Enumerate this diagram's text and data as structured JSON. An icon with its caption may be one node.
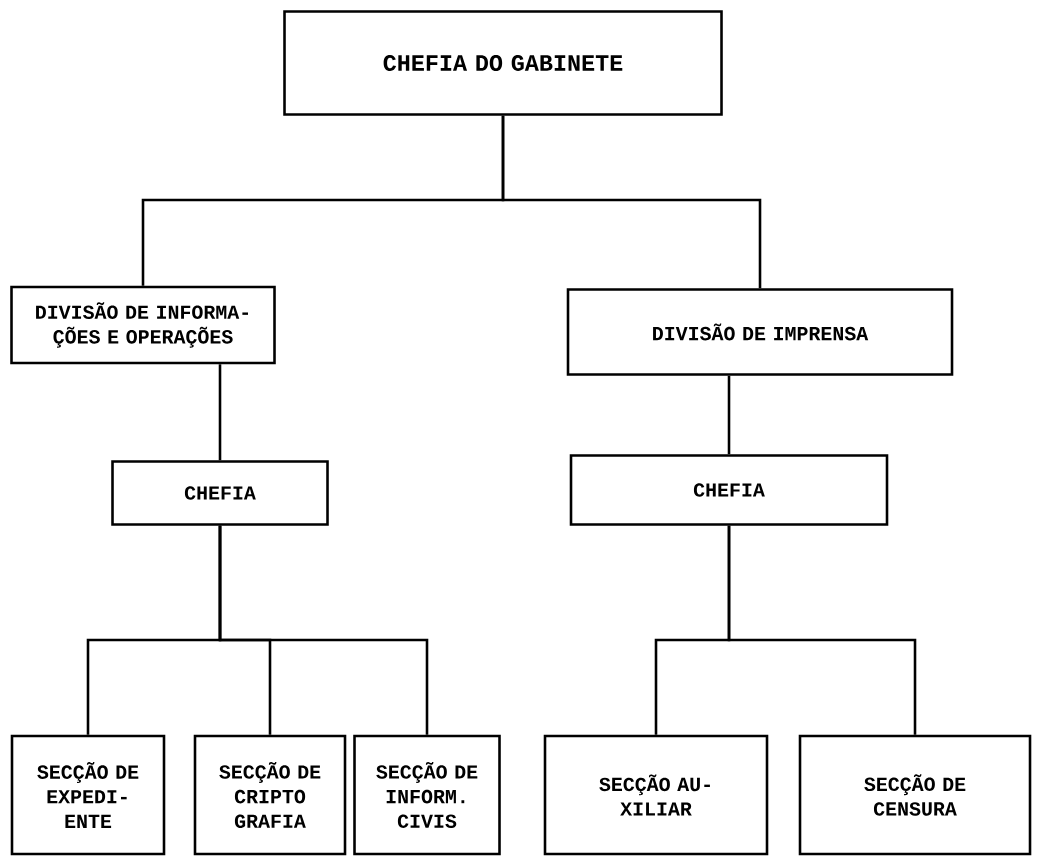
{
  "diagram": {
    "nodes": [
      {
        "text": [
          "CHEFIA DO GABINETE"
        ]
      },
      {
        "text": [
          "DIVISÃO DE INFORMA- ÇÕES E OPERAÇÕES"
        ]
      },
      {
        "text": [
          "DIVISÃO DE IMPRENSA"
        ]
      },
      {
        "text": [
          "CHEFIA"
        ]
      },
      {
        "text": [
          "CHEFIA"
        ]
      },
      {
        "text": [
          "SECÇÃO DE EXPEDI- ENTE"
        ]
      },
      {
        "text": [
          "SECÇÃO DE CRIPTO GRAFIA"
        ]
      },
      {
        "text": [
          "SECÇÃO DE INFORM. CIVIS"
        ]
      },
      {
        "text": [
          "SECÇÃO AU- XILIAR"
        ]
      },
      {
        "text": [
          "SECÇÃO DE CENSURA"
        ]
      }
    ],
    "edges": [
      {
        "from": 0,
        "to": 1,
        "arrow": "none"
      },
      {
        "from": 0,
        "to": 2,
        "arrow": "none"
      },
      {
        "from": 1,
        "to": 3,
        "arrow": "none"
      },
      {
        "from": 2,
        "to": 4,
        "arrow": "none"
      },
      {
        "from": 3,
        "to": 5,
        "arrow": "none"
      },
      {
        "from": 3,
        "to": 6,
        "arrow": "none"
      },
      {
        "from": 3,
        "to": 7,
        "arrow": "none"
      },
      {
        "from": 4,
        "to": 8,
        "arrow": "none"
      },
      {
        "from": 4,
        "to": 9,
        "arrow": "none"
      }
    ]
  }
}
